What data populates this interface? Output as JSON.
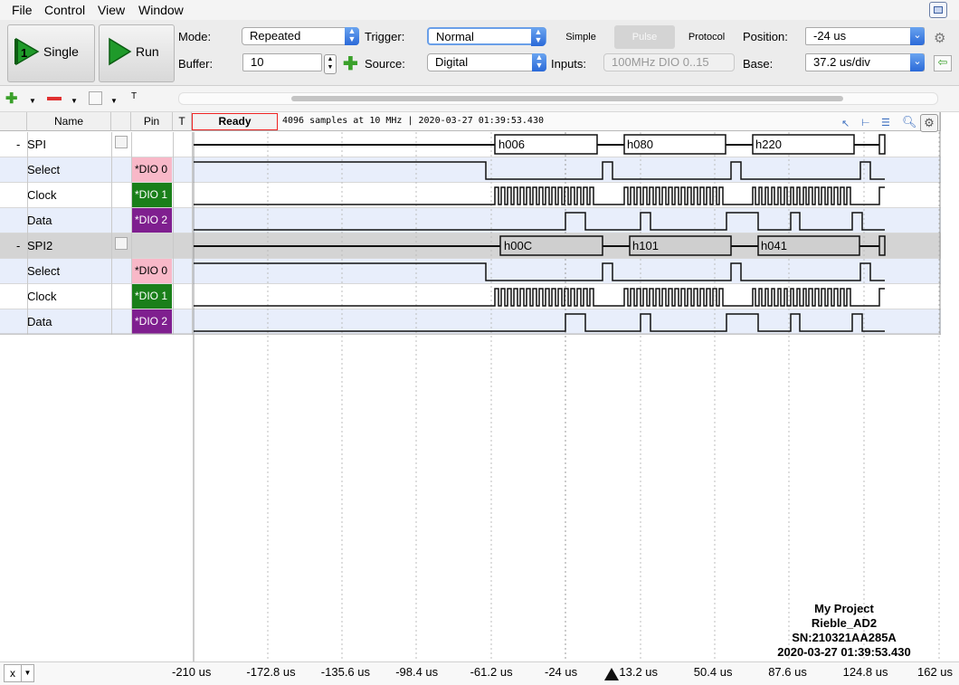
{
  "menu": [
    "File",
    "Control",
    "View",
    "Window"
  ],
  "toolbar": {
    "single_label": "Single",
    "run_label": "Run",
    "mode_label": "Mode:",
    "mode_value": "Repeated",
    "buffer_label": "Buffer:",
    "buffer_value": "10",
    "trigger_label": "Trigger:",
    "trigger_value": "Normal",
    "source_label": "Source:",
    "source_value": "Digital",
    "simple_label": "Simple",
    "pulse_label": "Pulse",
    "protocol_label": "Protocol",
    "inputs_label": "Inputs:",
    "inputs_value": "100MHz DIO 0..15",
    "position_label": "Position:",
    "position_value": "-24 us",
    "base_label": "Base:",
    "base_value": "37.2 us/div"
  },
  "table": {
    "headers": {
      "name": "Name",
      "pin": "Pin",
      "t": "T"
    },
    "rows": [
      {
        "type": "bus",
        "name": "SPI",
        "pin": ""
      },
      {
        "type": "signal",
        "name": "Select",
        "pin": "*DIO  0",
        "pin_color": "#f8b8c8",
        "pin_text_color": "#000000"
      },
      {
        "type": "signal",
        "name": "Clock",
        "pin": "*DIO  1",
        "pin_color": "#1a7f1a",
        "pin_text_color": "#ffffff"
      },
      {
        "type": "signal",
        "name": "Data",
        "pin": "*DIO  2",
        "pin_color": "#7f1f8f",
        "pin_text_color": "#ffffff"
      },
      {
        "type": "bus",
        "name": "SPI2",
        "pin": ""
      },
      {
        "type": "signal",
        "name": "Select",
        "pin": "*DIO  0",
        "pin_color": "#f8b8c8",
        "pin_text_color": "#000000"
      },
      {
        "type": "signal",
        "name": "Clock",
        "pin": "*DIO  1",
        "pin_color": "#1a7f1a",
        "pin_text_color": "#ffffff"
      },
      {
        "type": "signal",
        "name": "Data",
        "pin": "*DIO  2",
        "pin_color": "#7f1f8f",
        "pin_text_color": "#ffffff"
      }
    ]
  },
  "status": {
    "state": "Ready",
    "info": "4096 samples at 10 MHz | 2020-03-27 01:39:53.430"
  },
  "bus_values": {
    "spi": [
      "h006",
      "h080",
      "h220"
    ],
    "spi2": [
      "h00C",
      "h101",
      "h041"
    ]
  },
  "project": {
    "name": "My Project",
    "device": "Rieble_AD2",
    "serial": "SN:210321AA285A",
    "timestamp": "2020-03-27 01:39:53.430"
  },
  "axis": {
    "ticks": [
      "-210 us",
      "-172.8 us",
      "-135.6 us",
      "-98.4 us",
      "-61.2 us",
      "-24 us",
      "13.2 us",
      "50.4 us",
      "87.6 us",
      "124.8 us",
      "162 us"
    ]
  },
  "colors": {
    "accent": "#2a69d8",
    "trigger_line": "#888888"
  }
}
